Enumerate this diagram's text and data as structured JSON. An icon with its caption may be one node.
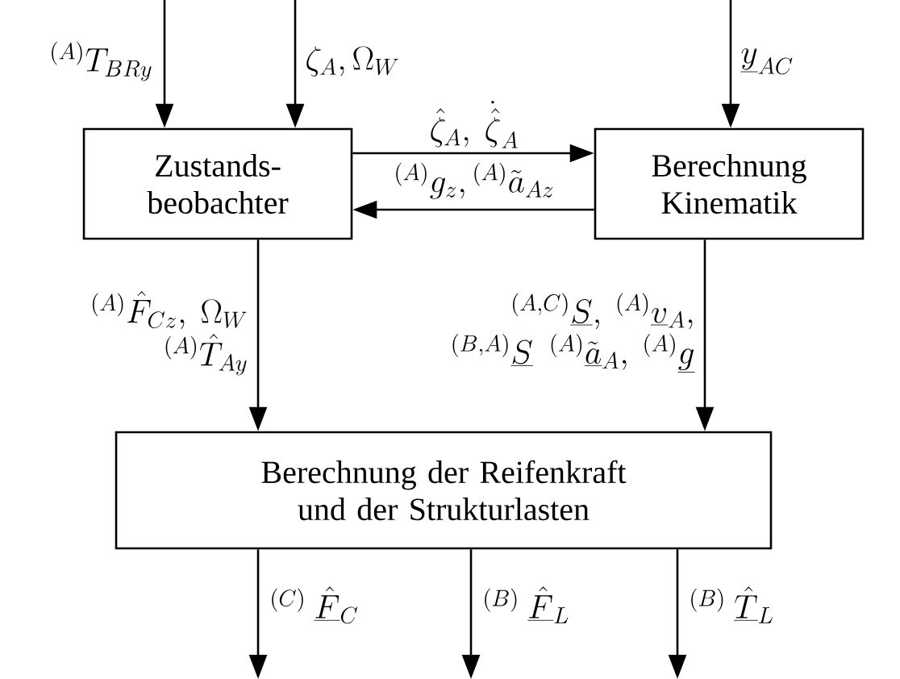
{
  "diagram": {
    "nodes": [
      {
        "text": [
          "Zustands- beobachter"
        ]
      },
      {
        "text": [
          "Berechnung Kinematik"
        ]
      },
      {
        "text": [
          "Berechnung der Reifenkraft und der Strukturlasten"
        ]
      }
    ],
    "edges": [
      {
        "from": null,
        "to": 0,
        "arrow": "to",
        "label": "{}^{(A)}T_{BRy}"
      },
      {
        "from": null,
        "to": 0,
        "arrow": "to",
        "label": "\\zeta_A, \\Omega_W"
      },
      {
        "from": null,
        "to": 1,
        "arrow": "to",
        "label": "\\underline{y}_{AC}"
      },
      {
        "from": 0,
        "to": 1,
        "arrow": "to",
        "label": "\\hat{\\zeta}_A,\\ \\dot{\\hat{\\zeta}}_A"
      },
      {
        "from": 1,
        "to": 0,
        "arrow": "to",
        "label": "{}^{(A)}g_z, {}^{(A)}\\tilde{a}_{Az}"
      },
      {
        "from": 0,
        "to": 2,
        "arrow": "to",
        "label": "\\begin{array}{@{}r@{}}{}^{(A)}\\hat{F}_{Cz},\\ \\Omega_W\\\\ {}^{(A)}\\hat{T}_{Ay}\\end{array}"
      },
      {
        "from": 1,
        "to": 2,
        "arrow": "to",
        "label": "\\begin{array}{@{}r@{}}{}^{(A,C)}\\underline{S},\\ {}^{(A)}\\underline{v}_A,\\\\ {}^{(B,A)}\\underline{S}\\ \\ {}^{(A)}\\underline{\\tilde{a}}_A,\\ {}^{(A)}\\underline{g}\\end{array}"
      },
      {
        "from": 2,
        "to": null,
        "arrow": "to",
        "label": "{}^{(C)}\\ \\underline{\\hat{F}}_C"
      },
      {
        "from": 2,
        "to": null,
        "arrow": "to",
        "label": "{}^{(B)}\\ \\underline{\\hat{F}}_L"
      },
      {
        "from": 2,
        "to": null,
        "arrow": "to",
        "label": "{}^{(B)}\\ \\underline{\\hat{T}}_L"
      }
    ]
  }
}
